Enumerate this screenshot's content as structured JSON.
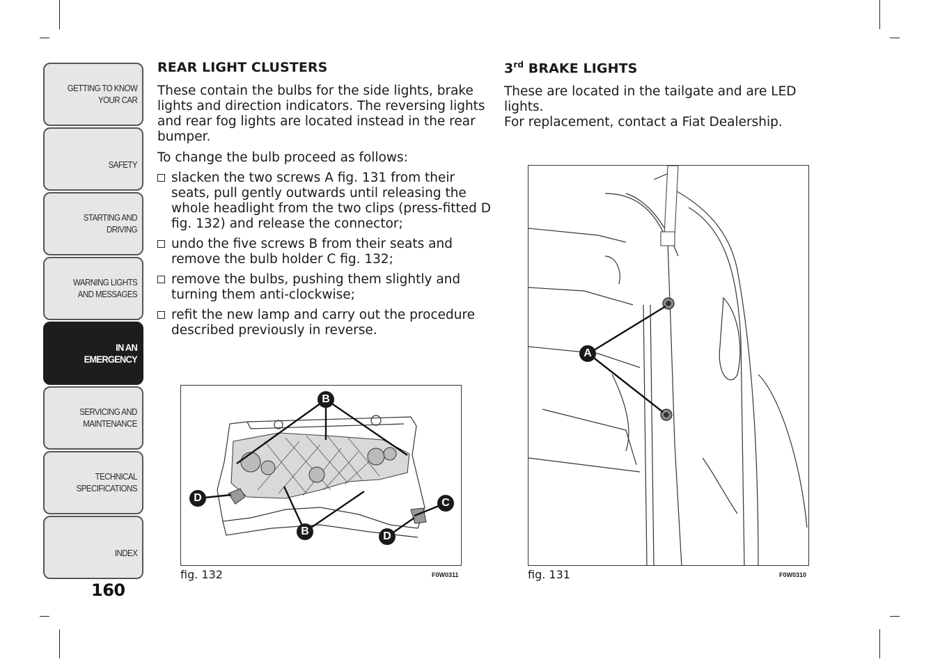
{
  "sidebar": {
    "items": [
      {
        "label": "GETTING TO KNOW\nYOUR CAR"
      },
      {
        "label": "SAFETY"
      },
      {
        "label": "STARTING AND\nDRIVING"
      },
      {
        "label": "WARNING LIGHTS\nAND MESSAGES"
      },
      {
        "label": "IN AN\nEMERGENCY"
      },
      {
        "label": "SERVICING AND\nMAINTENANCE"
      },
      {
        "label": "TECHNICAL\nSPECIFICATIONS"
      },
      {
        "label": "INDEX"
      }
    ],
    "active": "IN AN\nEMERGENCY"
  },
  "page_number": "160",
  "left": {
    "heading": "REAR LIGHT CLUSTERS",
    "intro": "These contain the bulbs for the side lights, brake lights and direction indicators. The reversing lights and rear fog lights are located instead in the rear bumper.",
    "lead": "To change the bulb proceed as follows:",
    "steps": [
      "slacken the two screws A  fig. 131 from their seats, pull gently outwards until releasing the whole headlight from the two clips (press-fitted D fig. 132) and release the connector;",
      "undo the five screws B from their seats and remove the bulb holder C fig. 132;",
      "remove the bulbs, pushing them slightly and turning them anti-clockwise;",
      "refit the new lamp and carry out the procedure described previously in reverse."
    ],
    "figure": {
      "caption": "fig. 132",
      "code": "F0W0311",
      "callouts": [
        "B",
        "D",
        "C",
        "B",
        "D"
      ]
    }
  },
  "right": {
    "heading_ordinal": "3",
    "heading_sup": "rd",
    "heading_rest": " BRAKE LIGHTS",
    "body_line1": "These are located in the tailgate and are LED lights.",
    "body_line2": "For replacement, contact a Fiat Dealership.",
    "figure": {
      "caption": "fig. 131",
      "code": "F0W0310",
      "callouts": [
        "A"
      ]
    }
  }
}
